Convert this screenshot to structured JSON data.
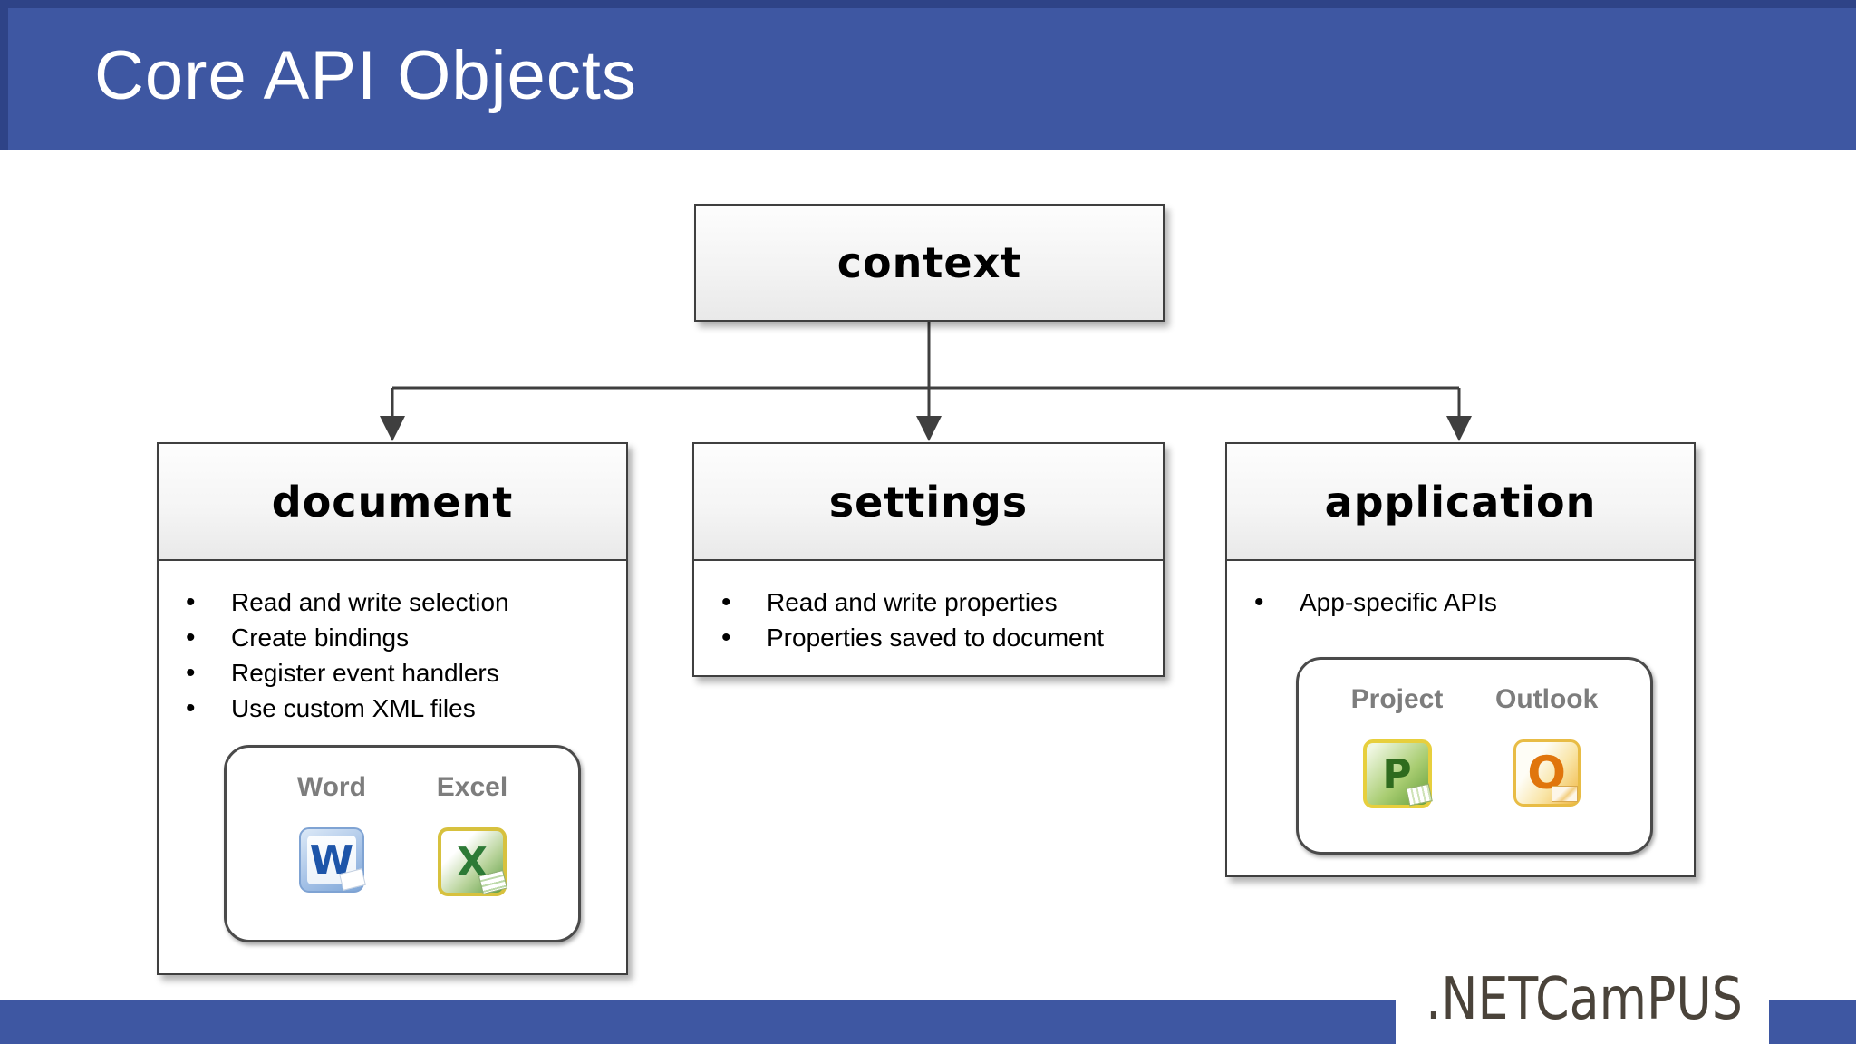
{
  "header": {
    "title": "Core API Objects"
  },
  "diagram": {
    "root": {
      "title": "context"
    },
    "document": {
      "title": "document",
      "bullets": [
        "Read and write selection",
        "Create bindings",
        "Register event handlers",
        "Use custom XML files"
      ],
      "apps": [
        {
          "label": "Word",
          "letter": "W"
        },
        {
          "label": "Excel",
          "letter": "X"
        }
      ]
    },
    "settings": {
      "title": "settings",
      "bullets": [
        "Read and write properties",
        "Properties saved to document"
      ]
    },
    "application": {
      "title": "application",
      "bullets": [
        "App-specific APIs"
      ],
      "apps": [
        {
          "label": "Project",
          "letter": "P"
        },
        {
          "label": "Outlook",
          "letter": "O"
        }
      ]
    }
  },
  "footer": {
    "logo_text": ".NETCamPUS"
  },
  "colors": {
    "banner_blue": "#3e57a2",
    "banner_blue_dark": "#2e4387",
    "line_gray": "#3f3f3f",
    "label_gray": "#7d7d7d",
    "logo_brown": "#4a433a",
    "word_blue": "#1d55a9",
    "excel_green": "#2d7a36",
    "project_green": "#2f6b1e",
    "outlook_orange": "#e0750c",
    "icon_gold_border": "#d7c13e"
  }
}
